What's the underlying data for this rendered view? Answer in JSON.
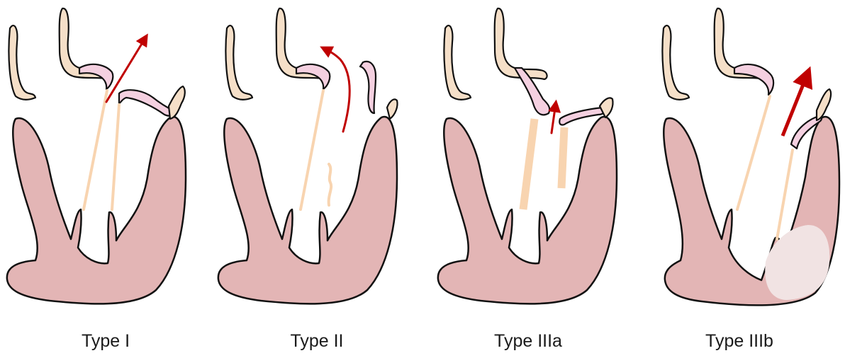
{
  "panels": [
    {
      "label": "Type I"
    },
    {
      "label": "Type II"
    },
    {
      "label": "Type IIIa"
    },
    {
      "label": "Type IIIb"
    }
  ],
  "colors": {
    "myocardium": "#e3b5b5",
    "chordae": "#f8d4b0",
    "leaflet": "#f4d0e0",
    "annulus": "#f5dfc8",
    "outline": "#111111",
    "arrow": "#c00000",
    "infarct": "#f1e3e3"
  }
}
